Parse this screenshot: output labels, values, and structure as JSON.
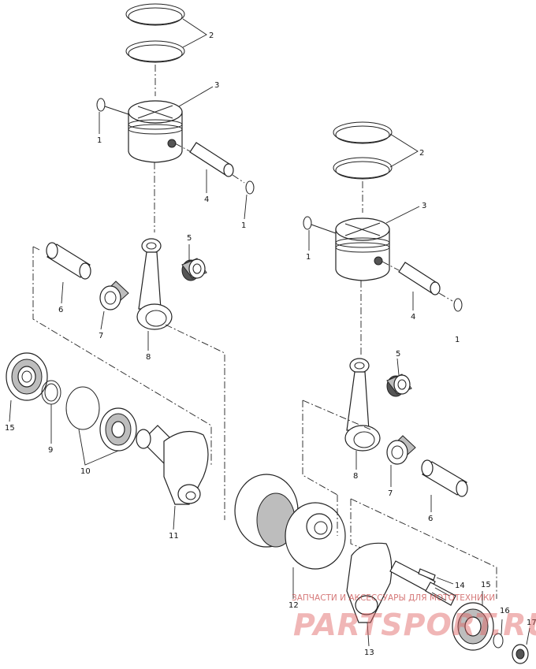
{
  "callouts": {
    "c1a": "1",
    "c1b": "1",
    "c1c": "1",
    "c1d": "1",
    "c2a": "2",
    "c2b": "2",
    "c3a": "3",
    "c3b": "3",
    "c4a": "4",
    "c4b": "4",
    "c5a": "5",
    "c5b": "5",
    "c6a": "6",
    "c6b": "6",
    "c7a": "7",
    "c7b": "7",
    "c8a": "8",
    "c8b": "8",
    "c9": "9",
    "c10": "10",
    "c11": "11",
    "c12": "12",
    "c13": "13",
    "c14": "14",
    "c15a": "15",
    "c15b": "15",
    "c16": "16",
    "c17": "17"
  },
  "watermark": {
    "caption": "ЗАПЧАСТИ И АКСЕССУАРЫ ДЛЯ МОТОТЕХНИКИ",
    "logo": "PARTSPORT.RU"
  }
}
